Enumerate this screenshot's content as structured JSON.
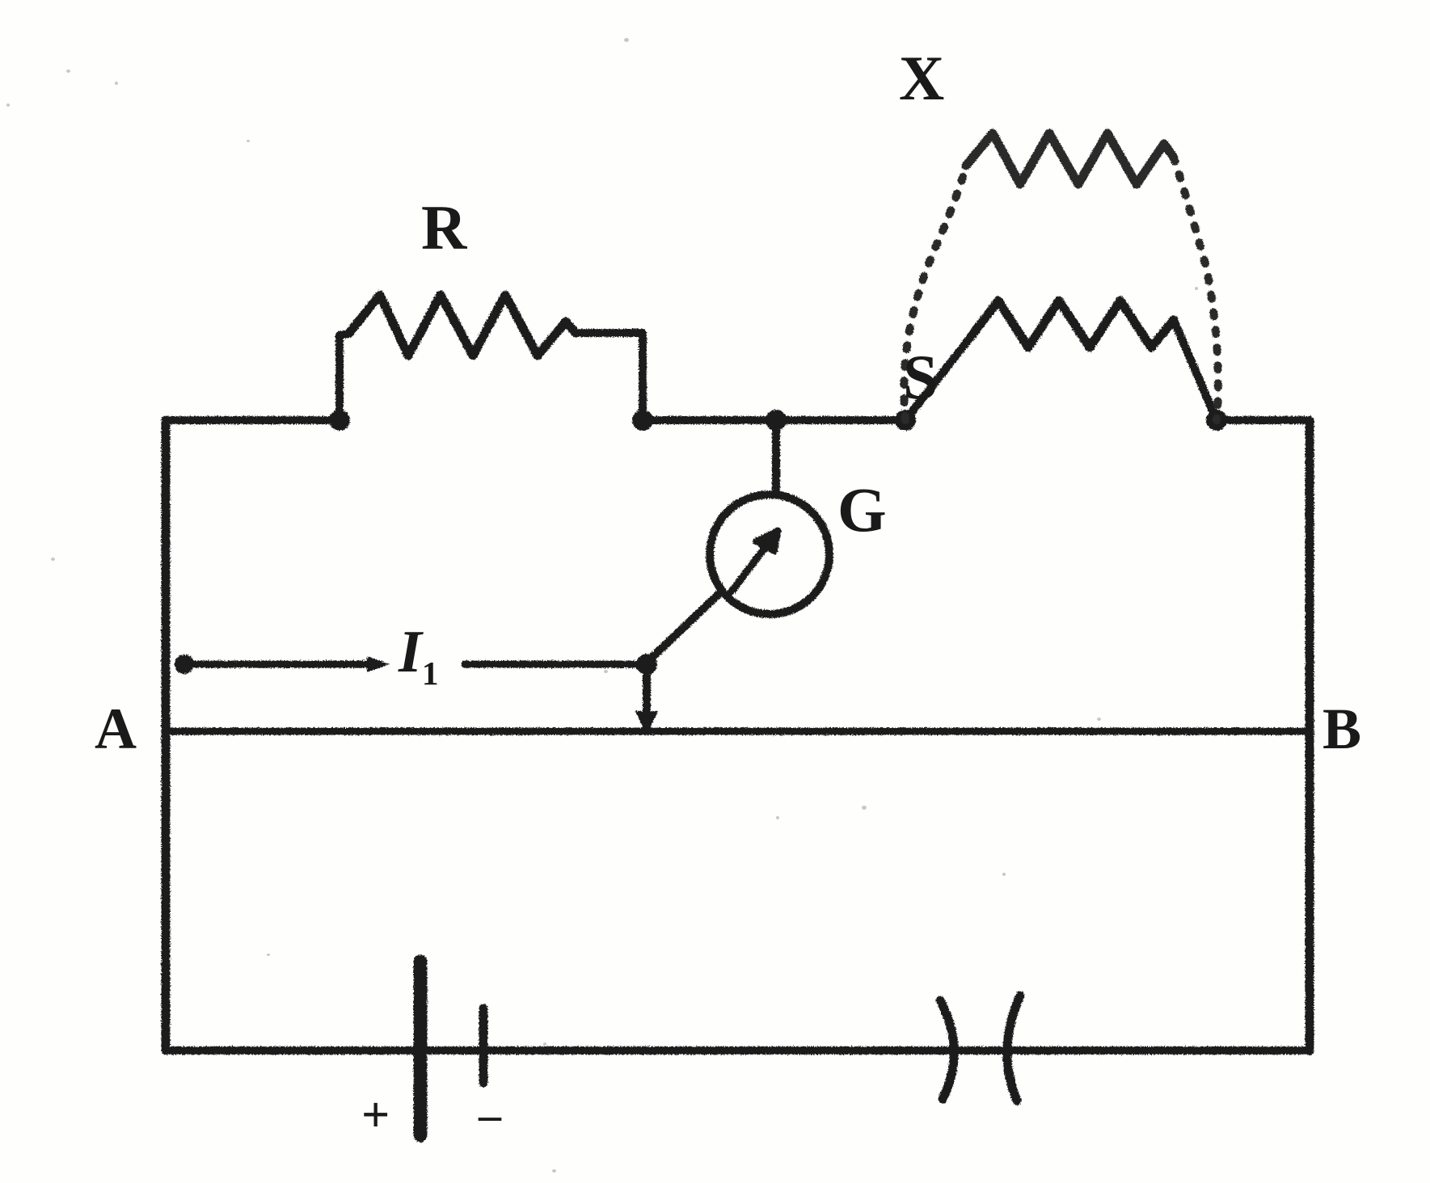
{
  "diagram": {
    "title": "wheatstone-bridge-metre-bridge-circuit",
    "background_color": "#fefefd",
    "ink_color": "#1b1b1b",
    "labels": {
      "resistor_r": "R",
      "resistor_x": "X",
      "resistor_s": "S",
      "galvanometer": "G",
      "current_i1": "I",
      "current_i1_subscript": "1",
      "terminal_a": "A",
      "terminal_b": "B",
      "battery_positive": "+",
      "battery_negative": "–"
    },
    "components": [
      {
        "name": "resistor-r",
        "type": "resistor",
        "label": "R",
        "style": "solid",
        "position": "top-left-branch"
      },
      {
        "name": "resistor-x",
        "type": "resistor",
        "label": "X",
        "style": "dotted-leads",
        "position": "top-right-upper-branch"
      },
      {
        "name": "resistor-s",
        "type": "resistor",
        "label": "S",
        "style": "solid",
        "position": "top-right-lower-branch"
      },
      {
        "name": "galvanometer",
        "type": "meter",
        "label": "G",
        "style": "circle-with-needle",
        "position": "bridge-centre"
      },
      {
        "name": "battery",
        "type": "cell",
        "label": "+ –",
        "style": "long-short-plate",
        "position": "bottom-branch"
      },
      {
        "name": "plug-key",
        "type": "switch",
        "label": "( )",
        "style": "open-key-arcs",
        "position": "bottom-branch-right"
      }
    ],
    "current_arrow": {
      "name": "current-i1-arrow",
      "label": "I1",
      "direction": "left-to-right"
    }
  },
  "icons": {
    "resistor": "zigzag-resistor-icon",
    "galvanometer": "galvanometer-circle-icon",
    "battery": "battery-cell-icon",
    "key": "plug-key-icon",
    "junction": "junction-dot-icon",
    "arrow": "arrow-head-icon"
  }
}
